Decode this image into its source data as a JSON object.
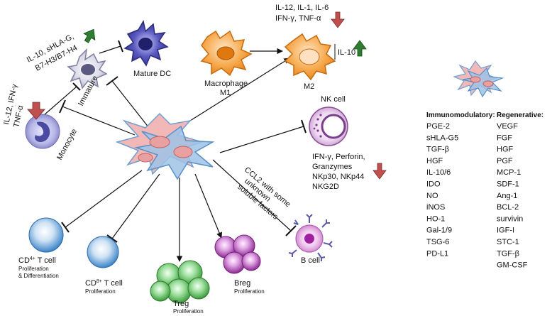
{
  "cells": {
    "monocyte": "Monocyte",
    "immature": "Immature",
    "mature_dc": "Mature DC",
    "macrophage_m1": [
      "Macrophage",
      "M1"
    ],
    "m2": "M2",
    "nk_cell": "NK cell",
    "cd4": {
      "main": "CD",
      "sup": "4+",
      "rest": " T cell",
      "sub": [
        "Proliferation",
        "& Differentiation"
      ]
    },
    "cd8": {
      "main": "CD",
      "sup": "8+",
      "rest": " T cell",
      "sub": [
        "Proliferation"
      ]
    },
    "treg": {
      "main": "Treg",
      "sub": "Proliferation"
    },
    "breg": {
      "main": "Breg",
      "sub": "Proliferation"
    },
    "b_cell": "B cell"
  },
  "factors": {
    "monocyte_factors": [
      "IL-12, IFN-γ",
      "TNF-α"
    ],
    "dc_factors": [
      "IL-10, sHLA-G,",
      "B7-H3/B7-H4"
    ],
    "m2_top": [
      "IL-12, IL-1, IL-6",
      "IFN-γ, TNF-α"
    ],
    "m2_side": "IL-10",
    "nk_factors": [
      "IFN-γ, Perforin,",
      "Granzymes",
      "NKp30, NKp44",
      "NKG2D"
    ],
    "b_cell_factors": [
      "CCL2 with some",
      "unknown",
      "soluble factors"
    ]
  },
  "legend": {
    "immunomodulatory": {
      "title": "Immunomodulatory:",
      "items": [
        "PGE-2",
        "sHLA-G5",
        "TGF-β",
        "HGF",
        "IL-10/6",
        "IDO",
        "NO",
        "iNOS",
        "HO-1",
        "Gal-1/9",
        "TSG-6",
        "PD-L1"
      ]
    },
    "regenerative": {
      "title": "Regenerative:",
      "items": [
        "VEGF",
        "FGF",
        "HGF",
        "PGF",
        "MCP-1",
        "SDF-1",
        "Ang-1",
        "BCL-2",
        "survivin",
        "IGF-I",
        "STC-1",
        "TGF-β",
        "GM-CSF"
      ]
    }
  },
  "colors": {
    "up_arrow": "#2e7d32",
    "down_arrow": "#c0504d",
    "msc_fill": "#9dc3e6",
    "msc_nucleus": "#e8a0a0",
    "macrophage": "#f08a24",
    "monocyte": "#6f6fb8",
    "mature_dc": "#3a3a9a",
    "nk": "#7a3f8c",
    "treg": "#4caf50",
    "breg": "#9b3fa0",
    "t_cell": "#3b84c8"
  }
}
